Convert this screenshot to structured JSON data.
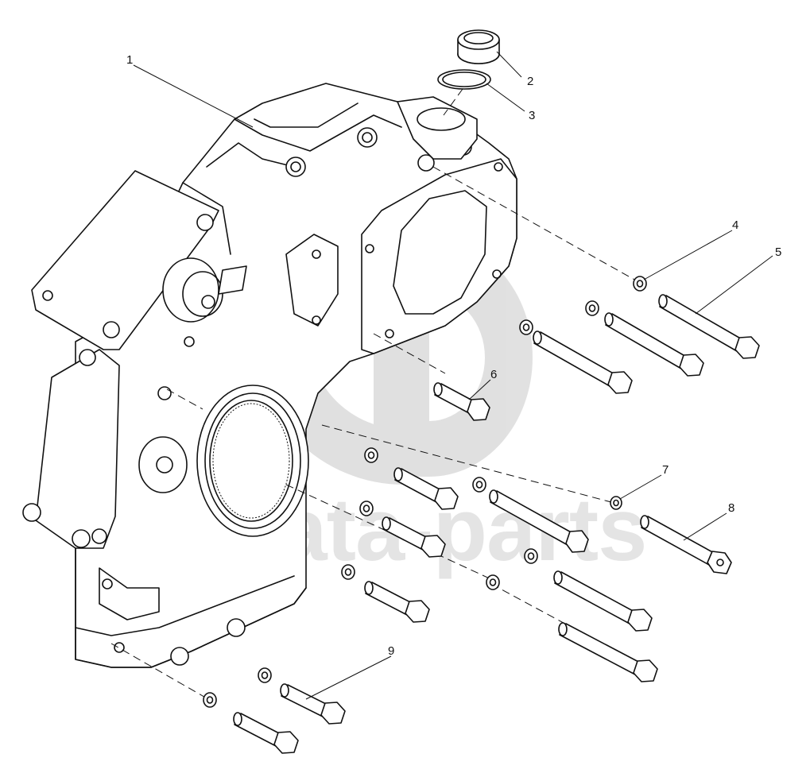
{
  "watermark": {
    "text": "data-parts",
    "logo_color": "#c8c8c8"
  },
  "callouts": [
    {
      "id": "1",
      "label": "1"
    },
    {
      "id": "2",
      "label": "2"
    },
    {
      "id": "3",
      "label": "3"
    },
    {
      "id": "4",
      "label": "4"
    },
    {
      "id": "5",
      "label": "5"
    },
    {
      "id": "6",
      "label": "6"
    },
    {
      "id": "7",
      "label": "7"
    },
    {
      "id": "8",
      "label": "8"
    },
    {
      "id": "9",
      "label": "9"
    }
  ]
}
